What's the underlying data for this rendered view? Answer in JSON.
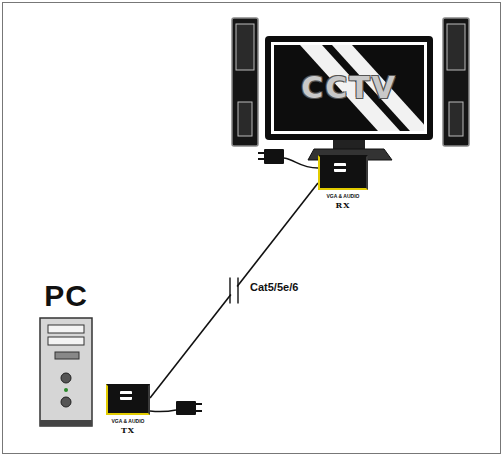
{
  "diagram": {
    "nodes": [
      {
        "text": [
          "CCTV"
        ]
      },
      {
        "text": [
          "VGA & AUDIO",
          "RX"
        ]
      },
      {
        "text": [
          "PC"
        ]
      },
      {
        "text": [
          "VGA & AUDIO",
          "TX"
        ]
      }
    ],
    "edges": [
      {
        "from": 3,
        "to": 1,
        "arrow": "none",
        "label": "Cat5/5e/6"
      }
    ]
  }
}
